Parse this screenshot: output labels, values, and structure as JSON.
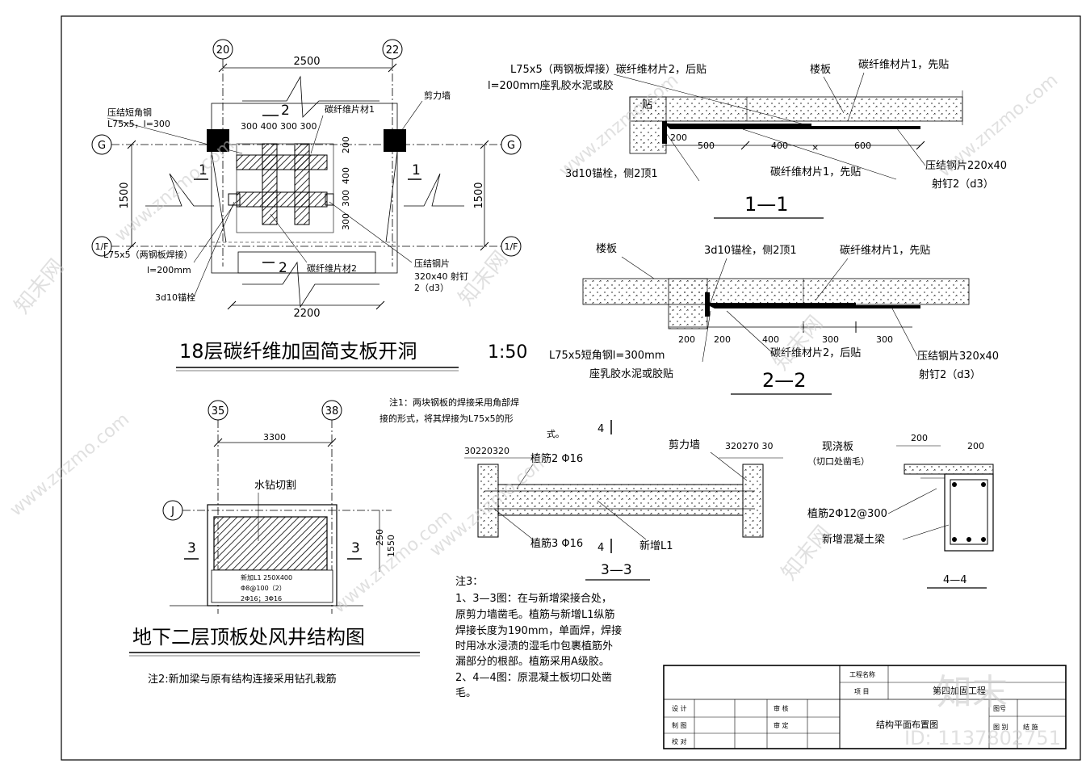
{
  "top_plan": {
    "axis_left": "20",
    "axis_right": "22",
    "axis_row_top": "G",
    "axis_row_bottom": "1/F",
    "dim_top": "2500",
    "dim_bottom": "2200",
    "dim_side": "1500",
    "dims_inner_top": "300  400  300 300",
    "dims_vertical_a": "200",
    "dims_vertical_b": "400",
    "dims_vertical_c": "300",
    "dims_vertical_d": "300",
    "sec1": "1",
    "sec2": "2",
    "label_angle": "压结短角钢",
    "label_angle2": "L75x5，l=300",
    "label_cf1": "碳纤维片材1",
    "label_shear": "剪力墙",
    "label_weld": "L75x5（两钢板焊接）",
    "label_l200": "l=200mm",
    "label_anchor": "3d10锚栓",
    "label_cf2": "碳纤维片材2",
    "label_plate1": "压结钢片",
    "label_plate2": "320x40  射钉",
    "label_plate3": "2（d3）",
    "title": "18层碳纤维加固简支板开洞",
    "scale": "1:50"
  },
  "section11": {
    "l1": "L75x5（两钢板焊接）碳纤维材片2，后贴",
    "l2": "l=200mm座乳胶水泥或胶",
    "l2b": "贴",
    "slab": "楼板",
    "cf1_first": "碳纤维材片1，先贴",
    "anchor": "3d10锚栓，侧2顶1",
    "cf1_first2": "碳纤维材片1，先贴",
    "plate": "压结钢片220x40",
    "nail": "射钉2（d3）",
    "d1": "200",
    "d2": "500",
    "d3": "400",
    "d4": "600",
    "title": "1—1"
  },
  "section22": {
    "slab": "楼板",
    "anchor": "3d10锚栓，侧2顶1",
    "cf1": "碳纤维材片1，先贴",
    "angle": "L75x5短角钢l=300mm",
    "mortar": "座乳胶水泥或胶贴",
    "cf2": "碳纤维材片2，后贴",
    "plate": "压结钢片320x40",
    "nail": "射钉2（d3）",
    "d1": "200",
    "d2": "200",
    "d3": "400",
    "d4": "300",
    "d5": "300",
    "title": "2—2"
  },
  "bottom_plan": {
    "axis_left": "35",
    "axis_right": "38",
    "axis_row": "J",
    "dim_top": "3300",
    "cut": "水钻切割",
    "sec3": "3",
    "dim_250": "250",
    "dim_1550": "1550",
    "beam1": "新加L1 250X400",
    "beam2": "Φ8@100（2）",
    "beam3": "2Φ16；3Φ16",
    "title": "地下二层顶板处风井结构图",
    "note2": "注2:新加梁与原有结构连接采用钻孔栽筋"
  },
  "note1": {
    "l1": "注1：两块钢板的焊接采用角部焊",
    "l2": "接的形式，将其焊接为L75x5的形",
    "l3": "式。"
  },
  "section33": {
    "d_left": "30220320",
    "d_right": "320270 30",
    "rebar_top": "植筋2 Φ16",
    "shear": "剪力墙",
    "rebar_bottom": "植筋3 Φ16",
    "beam": "新增L1",
    "cut4": "4",
    "title": "3—3"
  },
  "section44": {
    "slab": "现浇板",
    "slab_note": "（切口处凿毛）",
    "d1": "200",
    "d2": "200",
    "rebar": "植筋2Φ12@300",
    "beam": "新增混凝土梁",
    "title": "4—4"
  },
  "note3": {
    "l0": "注3：",
    "l1": "1、3—3图：在与新增梁接合处，",
    "l2": "原剪力墙凿毛。植筋与新增L1纵筋",
    "l3": "焊接长度为190mm，单面焊，焊接",
    "l4": "时用冰水浸渍的湿毛巾包裹植筋外",
    "l5": "漏部分的根部。植筋采用A级胶。",
    "l6": "2、4—4图：原混凝土板切口处凿",
    "l7": "毛。"
  },
  "title_block": {
    "proj_name": "工程名称",
    "item": "项 目",
    "project": "第四加固工程",
    "design": "设  计",
    "draw": "制  图",
    "check": "校  对",
    "review": "审  核",
    "approve": "审  定",
    "drawing_title": "结构平面布置图",
    "no": "图号",
    "no2": "图  别",
    "struct": "结  施"
  },
  "watermark": {
    "brand": "知末",
    "site": "www.znzmo.com",
    "site_cn": "知末网",
    "id": "ID: 1137802751"
  }
}
